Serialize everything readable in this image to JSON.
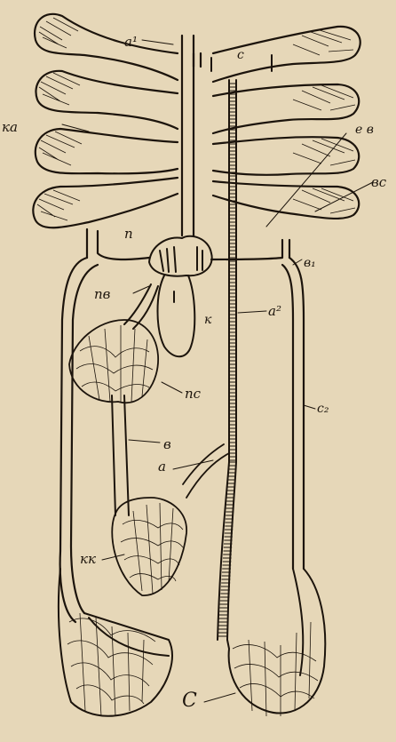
{
  "figure": {
    "labels": {
      "a1": "a¹",
      "c_top": "c",
      "ka": "ка",
      "e": "е в",
      "vc": "вс",
      "n": "п",
      "v1": "в₁",
      "pv": "пв",
      "k": "к",
      "a2": "а²",
      "pc": "пс",
      "c2": "с₂",
      "v": "в",
      "a": "а",
      "kk": "кк",
      "C": "С"
    },
    "colors": {
      "paper": "#e6d7b8",
      "ink": "#1c140c"
    }
  }
}
